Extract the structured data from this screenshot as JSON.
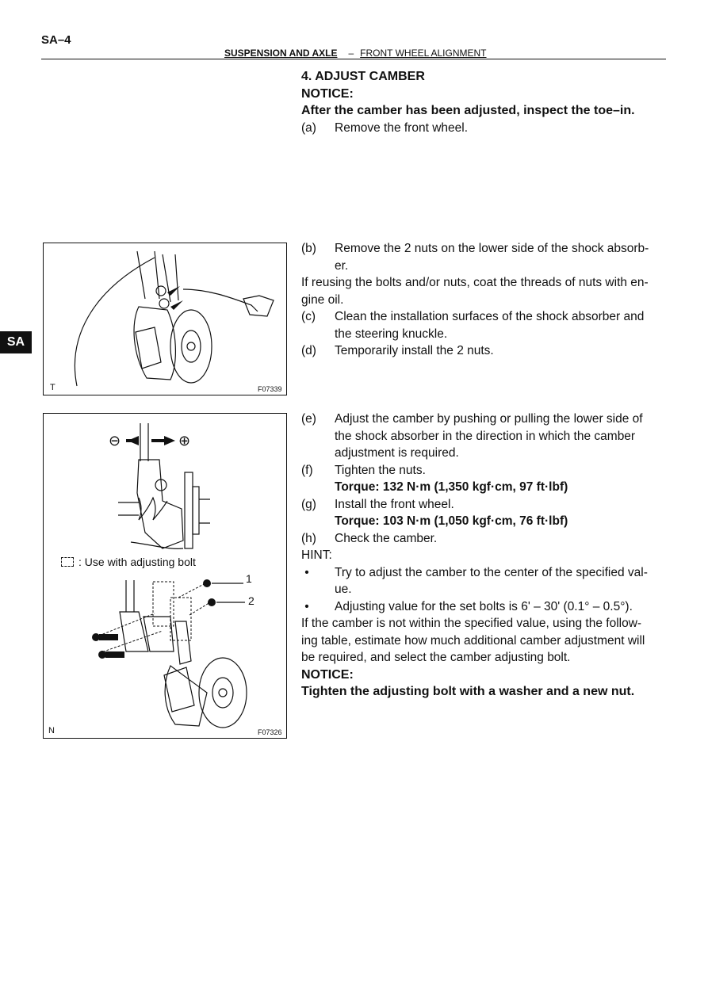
{
  "page": {
    "number": "SA–4",
    "section": "SUSPENSION AND AXLE",
    "separator": "–",
    "subsection": "FRONT WHEEL ALIGNMENT",
    "tab": "SA"
  },
  "step": {
    "heading": "4.    ADJUST CAMBER",
    "notice_label": "NOTICE:",
    "notice_text": "After the camber has been adjusted, inspect the toe–in.",
    "a_label": "(a)",
    "a_text": "Remove the front wheel."
  },
  "block_b": {
    "b_label": "(b)",
    "b_line1": "Remove the 2 nuts on the lower side of the shock absorb-",
    "b_line2": "er.",
    "note_line1": "If reusing the bolts and/or nuts, coat the threads of nuts with en-",
    "note_line2": "gine oil.",
    "c_label": "(c)",
    "c_line1": "Clean the installation surfaces of the shock absorber and",
    "c_line2": "the steering knuckle.",
    "d_label": "(d)",
    "d_text": "Temporarily install the 2 nuts."
  },
  "block_e": {
    "e_label": "(e)",
    "e_line1": "Adjust the camber by pushing or pulling the lower side of",
    "e_line2": "the shock absorber in the direction in which the camber",
    "e_line3": "adjustment is required.",
    "f_label": "(f)",
    "f_text": "Tighten the nuts.",
    "f_torque": "Torque: 132 N·m (1,350 kgf·cm, 97 ft·lbf)",
    "g_label": "(g)",
    "g_text": "Install the front wheel.",
    "g_torque": "Torque: 103 N·m (1,050 kgf·cm, 76 ft·lbf)",
    "h_label": "(h)",
    "h_text": "Check the camber.",
    "hint_label": "HINT:",
    "bullet": "•",
    "hint1_line1": "Try to adjust the camber to the center of the specified val-",
    "hint1_line2": "ue.",
    "hint2": "Adjusting value for the set bolts is 6' – 30' (0.1° – 0.5°).",
    "para_line1": "If the camber is not within the specified value, using the follow-",
    "para_line2": "ing table, estimate how much additional camber adjustment will",
    "para_line3": "be required, and select the camber adjusting bolt.",
    "notice_label": "NOTICE:",
    "notice_text": "Tighten the adjusting bolt with a washer and a new nut."
  },
  "figure1": {
    "corner": "T",
    "id": "F07339"
  },
  "figure2": {
    "corner": "N",
    "id": "F07326",
    "minus": "⊖",
    "plus": "⊕",
    "legend": ": Use with adjusting bolt",
    "callout1": "1",
    "callout2": "2"
  }
}
